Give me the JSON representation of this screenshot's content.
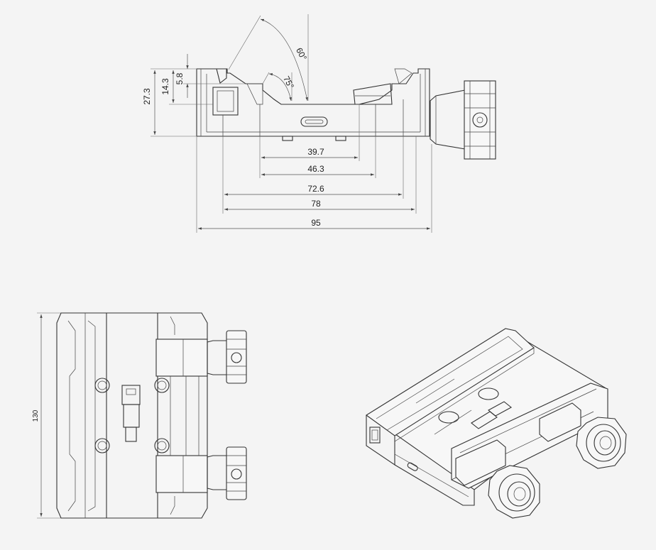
{
  "colors": {
    "background": "#f4f4f4",
    "line": "#333333"
  },
  "front_view": {
    "dimensions": {
      "width_39_7": "39.7",
      "width_46_3": "46.3",
      "width_72_6": "72.6",
      "width_78": "78",
      "width_95": "95",
      "height_27_3": "27.3",
      "height_14_3": "14.3",
      "height_5_8": "5.8",
      "angle_60": "60°",
      "angle_75": "75°"
    }
  },
  "top_view": {
    "dimensions": {
      "length_130": "130"
    }
  }
}
